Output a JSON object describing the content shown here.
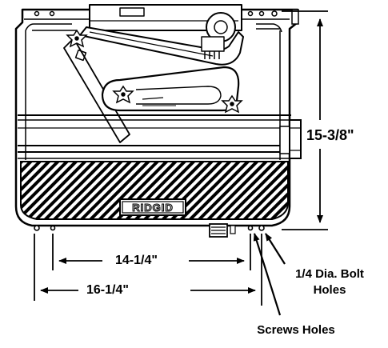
{
  "dimensions": {
    "height": "15-3/8\"",
    "inner_width": "14-1/4\"",
    "outer_width": "16-1/4\""
  },
  "callouts": {
    "bolt_holes_line1": "1/4 Dia. Bolt",
    "bolt_holes_line2": "Holes",
    "screw_holes": "Screws Holes"
  },
  "brand": "RIDGID",
  "icons": {
    "arrow": "triangle-arrowhead",
    "knob": "star-knob"
  },
  "colors": {
    "ink": "#000000",
    "paper": "#ffffff"
  }
}
